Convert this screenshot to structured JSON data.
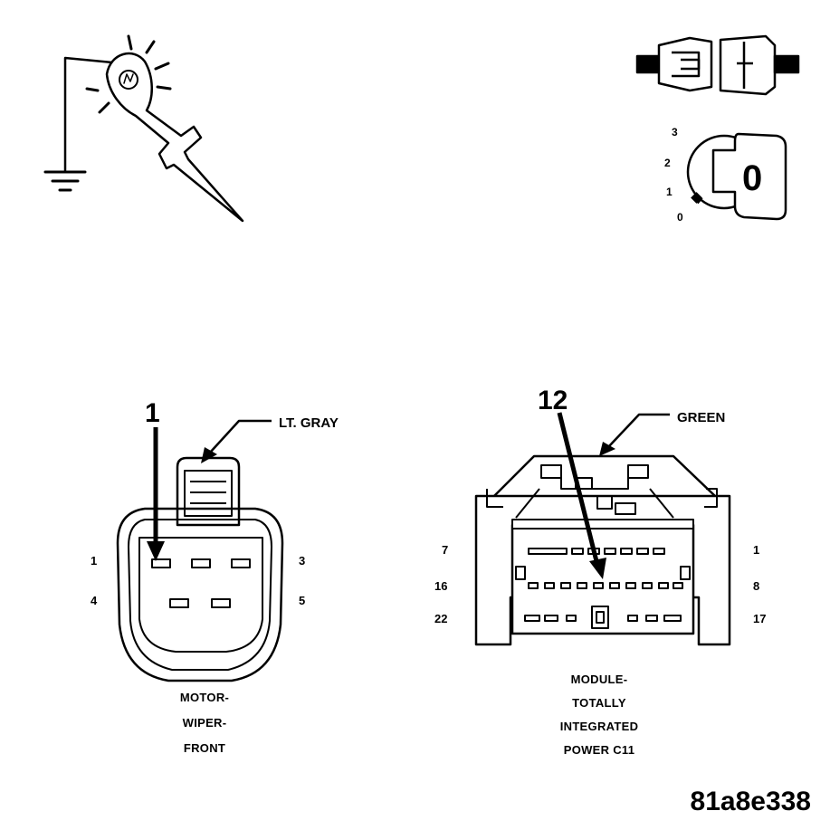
{
  "ignition_switch": {
    "positions": [
      "3",
      "2",
      "1",
      "0"
    ],
    "key_label": "0"
  },
  "motor_connector": {
    "callout": "1",
    "color_label": "LT. GRAY",
    "pins": {
      "p1": "1",
      "p3": "3",
      "p4": "4",
      "p5": "5"
    },
    "caption": [
      "MOTOR-",
      "WIPER-",
      "FRONT"
    ]
  },
  "tipm_connector": {
    "callout": "12",
    "color_label": "GREEN",
    "pins": {
      "l_top": "7",
      "l_mid": "16",
      "l_bot": "22",
      "r_top": "1",
      "r_mid": "8",
      "r_bot": "17"
    },
    "caption": [
      "MODULE-",
      "TOTALLY",
      "INTEGRATED",
      "POWER C11"
    ]
  },
  "figure_id": "81a8e338"
}
